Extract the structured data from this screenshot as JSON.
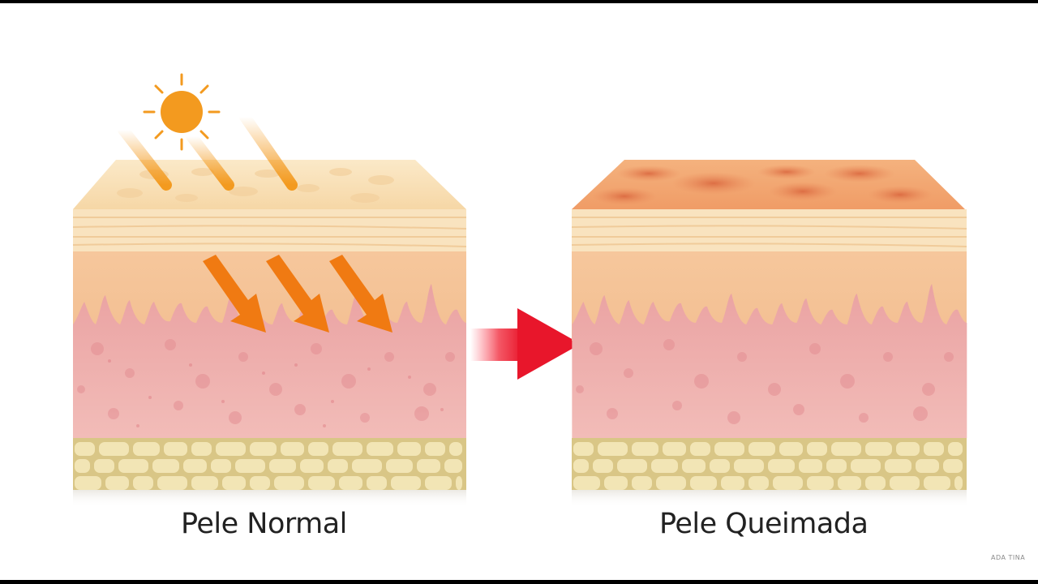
{
  "labels": {
    "normal_skin": "Pele Normal",
    "burned_skin": "Pele Queimada"
  },
  "watermark": "ADA TINA",
  "colors": {
    "background": "#ffffff",
    "letterbox": "#000000",
    "sun": "#f39a1f",
    "epidermis_top": "#f8dfb4",
    "epidermis_top_burned": "#f2a873",
    "dermis": "#eeaeae",
    "fat_cells": "#f2e5b5",
    "uv_arrows": "#f07a12",
    "transition_arrow": "#e8162b",
    "caption_text": "#222222"
  },
  "icons": {
    "sun": "sun-icon",
    "uv_rays": "uv-ray-icon",
    "transition": "right-arrow-icon"
  }
}
